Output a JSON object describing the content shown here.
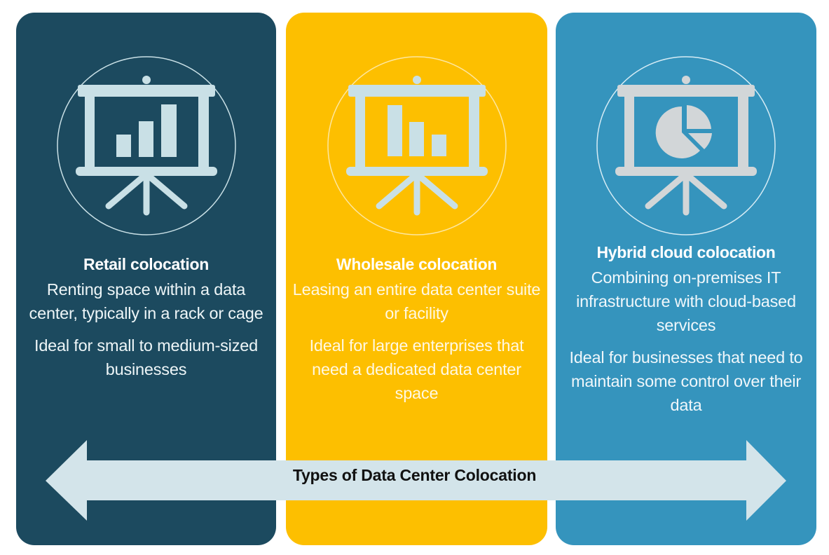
{
  "colors": {
    "card_retail": "#1c4a5f",
    "card_wholesale": "#fdbf00",
    "card_hybrid": "#3594bd",
    "icon_light": "#c9e0e6",
    "icon_gray": "#d2d6d8",
    "arrow_fill": "#d3e4ea",
    "arrow_text": "#111111"
  },
  "cards": [
    {
      "title": "Retail colocation",
      "icon": "presentation-bar-chart-ascending-icon",
      "paragraphs": [
        "Renting space within a data center, typically in a rack or cage",
        "Ideal for small to medium-sized businesses"
      ]
    },
    {
      "title": "Wholesale colocation",
      "icon": "presentation-bar-chart-descending-icon",
      "paragraphs": [
        "Leasing an entire data center suite or facility",
        "Ideal for large enterprises that need a dedicated data center space"
      ]
    },
    {
      "title": "Hybrid cloud colocation",
      "icon": "presentation-pie-chart-icon",
      "paragraphs": [
        "Combining on-premises IT infrastructure with cloud-based services",
        "Ideal for businesses that need to maintain some control over their data"
      ]
    }
  ],
  "arrow": {
    "label": "Types of Data Center Colocation",
    "icon": "double-headed-arrow-icon"
  }
}
